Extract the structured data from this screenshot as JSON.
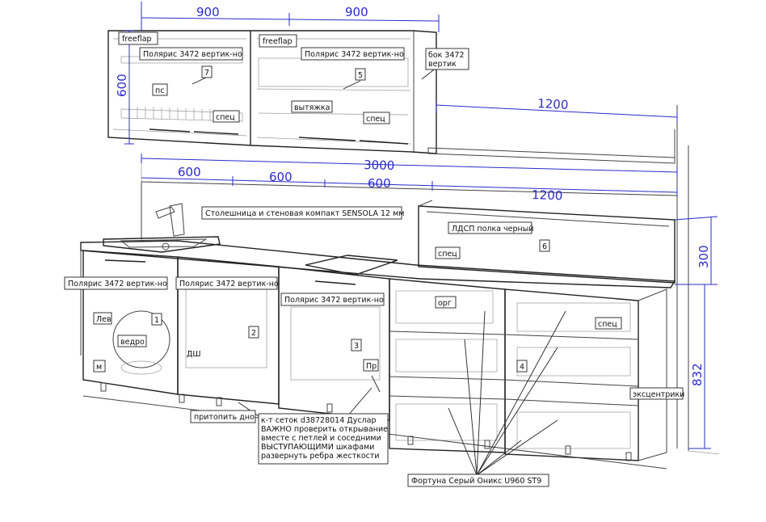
{
  "dimensions": {
    "upper_left": "900",
    "upper_mid": "900",
    "upper_height": "600",
    "shelf_width": "1200",
    "total_width": "3000",
    "base_1": "600",
    "base_2": "600",
    "base_3": "600",
    "base_4": "1200",
    "panel_height": "300",
    "base_height": "832"
  },
  "labels": {
    "freeflap_1": "freeflap",
    "freeflap_2": "freeflap",
    "polaris_upper_1": "Полярис 3472 вертик-но",
    "polaris_upper_2": "Полярис 3472 вертик-но",
    "bok": "бок 3472",
    "bok_2": "вертик",
    "num_7": "7",
    "num_5": "5",
    "num_6": "6",
    "num_1": "1",
    "num_2": "2",
    "num_3": "3",
    "num_4": "4",
    "pc": "пс",
    "spec_1": "спец",
    "spec_2": "спец",
    "spec_3": "спец",
    "spec_4": "спец",
    "vytyazhka": "вытяжка",
    "countertop": "Столешница и стеновая компакт SENSOLA 12 мм",
    "ldsp_shelf": "ЛДСП полка черный",
    "polaris_base_1": "Полярис 3472 вертик-но",
    "polaris_base_2": "Полярис 3472 вертик-но",
    "polaris_base_3": "Полярис 3472 вертик-но",
    "org": "орг",
    "lev": "Лев",
    "vedro": "ведро",
    "m": "м",
    "dsh": "ДШ",
    "pr": "Пр",
    "eccentrics": "эксцентрики",
    "pritopit_dno": "притопить дно",
    "note_1": "к-т сеток d38728014 Дуслар",
    "note_2": "ВАЖНО проверить открывание",
    "note_3": "вместе с петлей и соседними",
    "note_4": "ВЫСТУПАЮЩИМИ шкафами",
    "note_5": "развернуть ребра жесткости",
    "fortuna": "Фортуна Серый Оникс U960 ST9"
  }
}
